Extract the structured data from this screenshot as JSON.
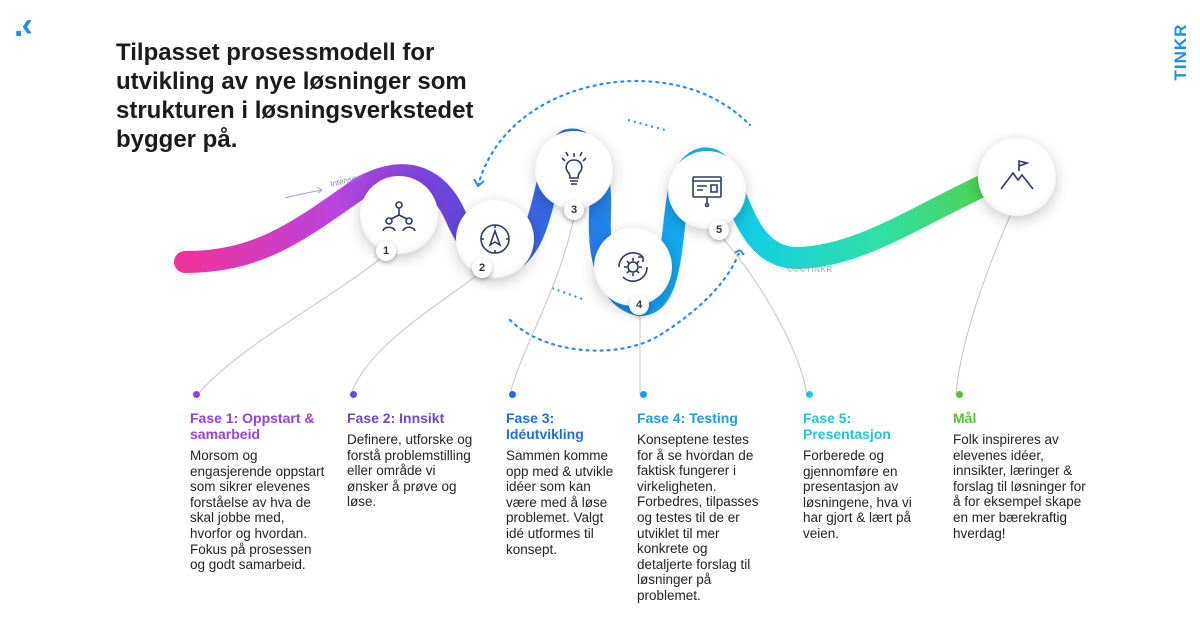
{
  "brand": {
    "logo": ".‹",
    "vertical_logo": "TINKR"
  },
  "title": "Tilpasset prosessmodell for utvikling av nye løsninger som strukturen i løsningsverkstedet bygger på.",
  "labels": {
    "intension": "Intensjon",
    "watermark": "©©©TINKR"
  },
  "colors": {
    "phase1": "#9b3fd9",
    "phase2": "#6a47d6",
    "phase3": "#1d6fe0",
    "phase4": "#1d9be3",
    "phase5": "#22c4d9",
    "goal": "#55c530"
  },
  "steps": [
    {
      "num": "1",
      "icon": "people-network-icon"
    },
    {
      "num": "2",
      "icon": "compass-icon"
    },
    {
      "num": "3",
      "icon": "lightbulb-icon"
    },
    {
      "num": "4",
      "icon": "gear-cycle-icon"
    },
    {
      "num": "5",
      "icon": "presentation-board-icon"
    },
    {
      "num": "",
      "icon": "mountain-flag-icon"
    }
  ],
  "phases": [
    {
      "heading": "Fase 1: Oppstart & samarbeid",
      "text": "Morsom og engasjerende oppstart som sikrer elevenes forståelse av hva de skal jobbe med, hvorfor og hvordan. Fokus på prosessen og godt samarbeid."
    },
    {
      "heading": "Fase 2: Innsikt",
      "text": "Definere, utforske og forstå problemstilling eller område vi ønsker å prøve og løse."
    },
    {
      "heading": "Fase 3: Idéutvikling",
      "text": "Sammen komme opp med & utvikle idéer som kan være med å løse problemet. Valgt idé utformes til konsept."
    },
    {
      "heading": "Fase 4: Testing",
      "text": "Konseptene testes for å se hvordan de faktisk fungerer i virkeligheten. Forbedres, tilpasses og testes til de er utviklet til mer konkrete og detaljerte forslag til løsninger på problemet."
    },
    {
      "heading": "Fase 5: Presentasjon",
      "text": "Forberede og gjennomføre en presentasjon av løsningene, hva vi har gjort & lært på veien."
    },
    {
      "heading": "Mål",
      "text": "Folk inspireres av elevenes idéer, innsikter, læringer & forslag til løsninger for å for eksempel skape en mer bærekraftig hverdag!"
    }
  ]
}
